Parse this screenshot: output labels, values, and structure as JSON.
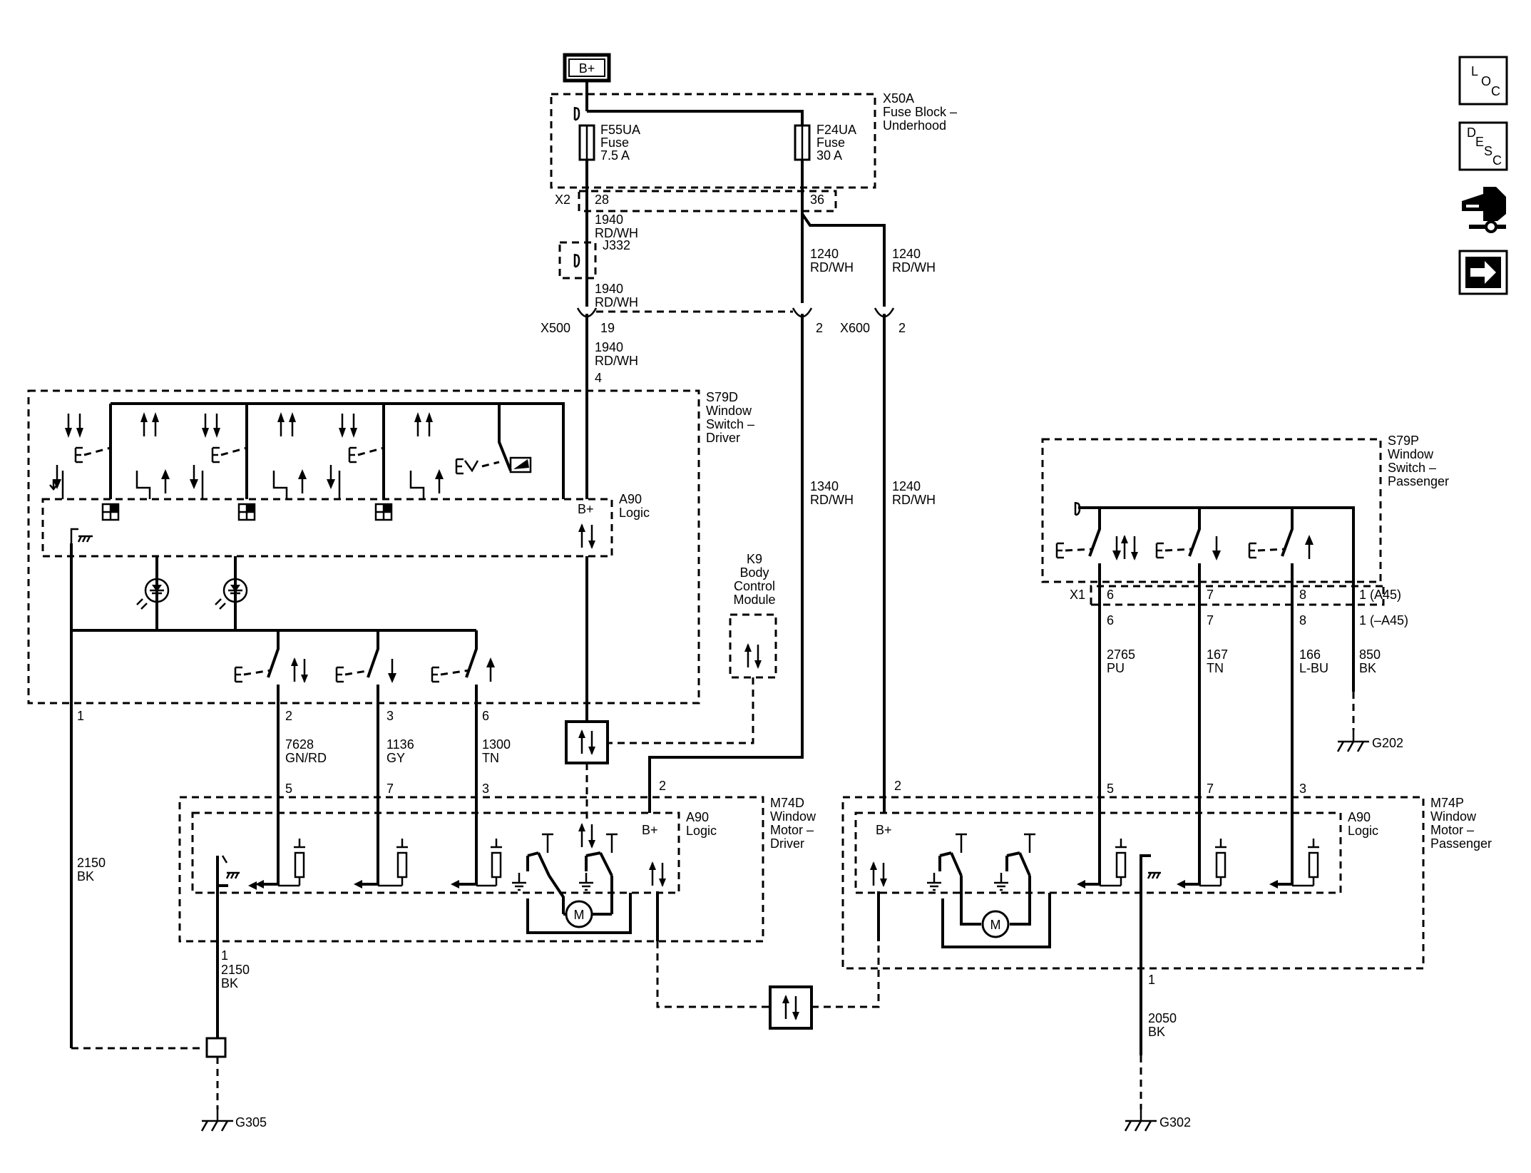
{
  "power": {
    "label": "B+"
  },
  "fuse_block": {
    "title": "X50A\nFuse Block –\nUnderhood",
    "connector": "X2"
  },
  "fuses": [
    {
      "id": "F55UA",
      "kind": "Fuse",
      "rating": "7.5 A",
      "pin": "28"
    },
    {
      "id": "F24UA",
      "kind": "Fuse",
      "rating": "30 A",
      "pin": "36"
    }
  ],
  "splice": {
    "label": "J332"
  },
  "inline_connectors": [
    {
      "name": "X500",
      "pin_a": "19",
      "pin_b": "2"
    },
    {
      "name": "X600",
      "pin": "2"
    }
  ],
  "circuits": [
    {
      "number": "1940",
      "color": "RD/WH"
    },
    {
      "number": "1240",
      "color": "RD/WH"
    },
    {
      "number": "1340",
      "color": "RD/WH"
    },
    {
      "number": "7628",
      "color": "GN/RD"
    },
    {
      "number": "1136",
      "color": "GY"
    },
    {
      "number": "1300",
      "color": "TN"
    },
    {
      "number": "2150",
      "color": "BK"
    },
    {
      "number": "2765",
      "color": "PU"
    },
    {
      "number": "167",
      "color": "TN"
    },
    {
      "number": "166",
      "color": "L-BU"
    },
    {
      "number": "850",
      "color": "BK"
    },
    {
      "number": "2050",
      "color": "BK"
    }
  ],
  "components": {
    "driver_switch": {
      "title": "S79D\nWindow\nSwitch –\nDriver",
      "pins": [
        "4",
        "1",
        "2",
        "3",
        "6"
      ]
    },
    "logic": {
      "title": "A90\nLogic",
      "bplus": "B+"
    },
    "bcm": {
      "title": "K9\nBody\nControl\nModule"
    },
    "driver_motor": {
      "title": "M74D\nWindow\nMotor –\nDriver",
      "pins": [
        "5",
        "7",
        "3",
        "2"
      ]
    },
    "pass_motor": {
      "title": "M74P\nWindow\nMotor –\nPassenger",
      "pins": [
        "2",
        "5",
        "7",
        "3",
        "1"
      ]
    },
    "pass_switch": {
      "title": "S79P\nWindow\nSwitch –\nPassenger",
      "connector": "X1",
      "pins_top": [
        "6",
        "7",
        "8",
        "1 (A45)"
      ],
      "pins_bottom": [
        "6",
        "7",
        "8",
        "1 (–A45)"
      ]
    }
  },
  "grounds": [
    "G305",
    "G302",
    "G202"
  ],
  "motor_label": "M",
  "pin_1": "1",
  "nav_icons": {
    "loc": {
      "letters": [
        "L",
        "O",
        "C"
      ],
      "icon": "location-icon"
    },
    "desc": {
      "letters": [
        "D",
        "E",
        "S",
        "C"
      ],
      "icon": "description-icon"
    },
    "connector": {
      "icon": "connector-icon"
    },
    "next": {
      "icon": "arrow-right-icon"
    }
  }
}
